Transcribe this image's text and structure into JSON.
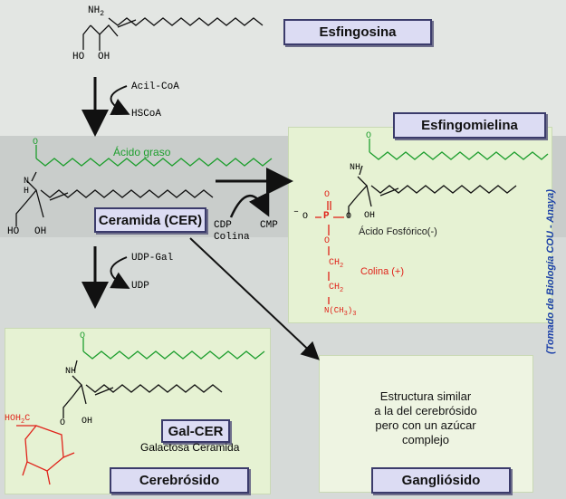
{
  "titles": {
    "esfingosina": "Esfingosina",
    "esfingomielina": "Esfingomielina",
    "ceramida": "Ceramida (CER)",
    "galcer": "Gal-CER",
    "galcer_sub": "Galactosa Ceramida",
    "cerebrosido": "Cerebrósido",
    "gangliosido": "Gangliósido"
  },
  "reagents": {
    "acilcoa": "Acil-CoA",
    "hscoa": "HSCoA",
    "udpgal": "UDP-Gal",
    "udp": "UDP",
    "cdp": "CDP",
    "colina": "Colina",
    "cmp": "CMP"
  },
  "groups": {
    "nh2": "NH",
    "nh2_sub": "2",
    "ho": "HO",
    "oh": "OH",
    "nh": "N",
    "h": "H",
    "o": "O",
    "p": "P",
    "minus": "–",
    "ch2": "CH",
    "ch2_sub": "2",
    "n_methyl": "N",
    "methyl": "(CH",
    "methyl_sub": "3",
    "methyl_close": ")",
    "methyl_count": "3",
    "ho_c": "HOH",
    "ho_c2": "C"
  },
  "notes": {
    "acido_graso": "Ácido graso",
    "acido_fosforico": "Ácido Fosfórico(-)",
    "colina_plus": "Colina (+)",
    "estructura": [
      "Estructura similar",
      "a la del cerebrósido",
      "pero con un azúcar",
      "complejo"
    ]
  },
  "credit": "(Tomado de Biología COU - Anaya)",
  "colors": {
    "fatty_acid": "#1e9e2e",
    "phosphate": "#e0231a",
    "label_fill": "#dcdcf3",
    "panel_fill": "#e6f2d3"
  }
}
